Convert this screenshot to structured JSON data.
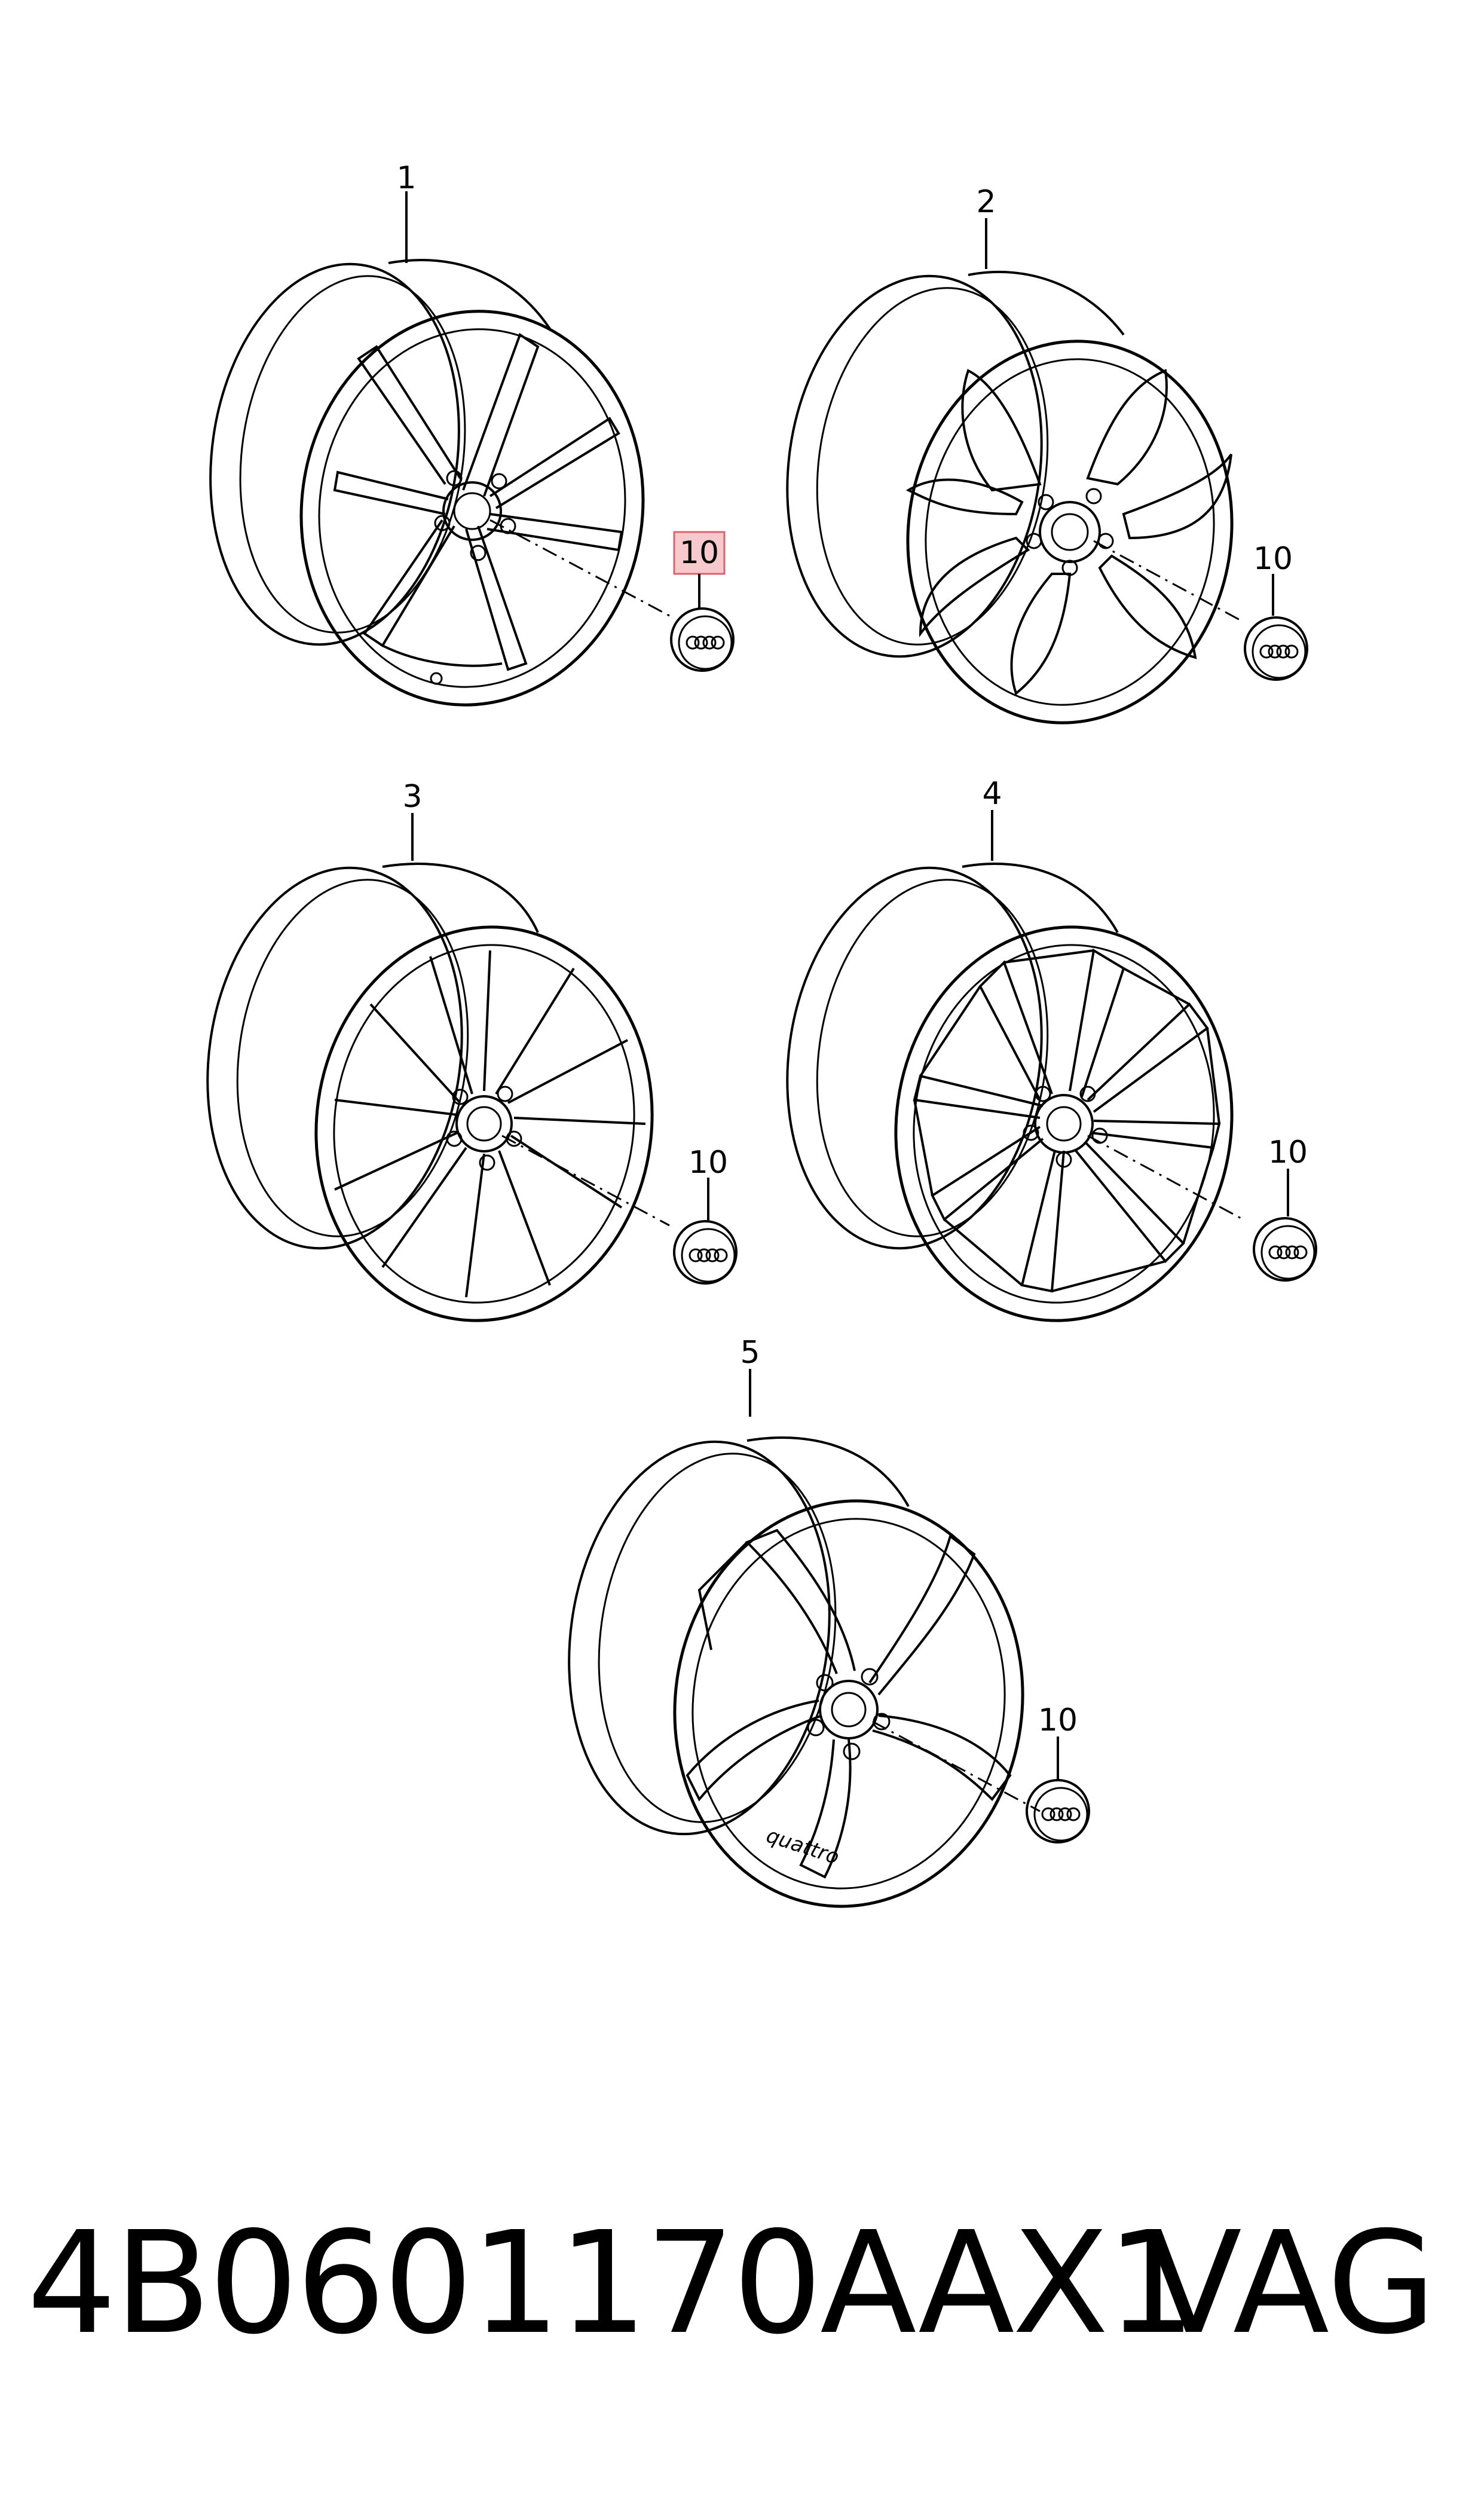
{
  "callouts": {
    "wheel_1": "1",
    "wheel_2": "2",
    "wheel_3": "3",
    "wheel_4": "4",
    "wheel_5": "5",
    "cap_1": "10",
    "cap_2": "10",
    "cap_3": "10",
    "cap_4": "10",
    "cap_5": "10"
  },
  "highlight_color": "#f6c9cc",
  "highlight_border": "#d9646d",
  "wheel_5_rim_text": "quattro",
  "cap_logo": "four-rings-logo",
  "footer": {
    "part_number": "4B0601170AAX1",
    "brand": "VAG"
  }
}
